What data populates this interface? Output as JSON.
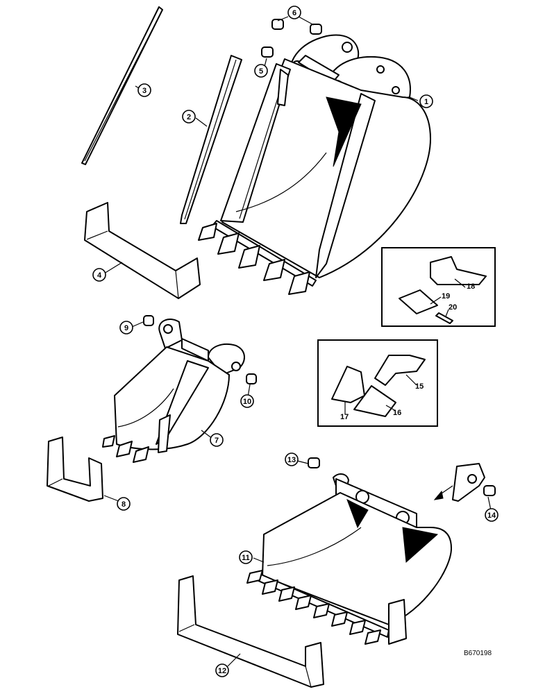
{
  "drawing_id": "B670198",
  "callouts": {
    "c1": "1",
    "c2": "2",
    "c3": "3",
    "c4": "4",
    "c5": "5",
    "c6": "6",
    "c7": "7",
    "c8": "8",
    "c9": "9",
    "c10": "10",
    "c11": "11",
    "c12": "12",
    "c13": "13",
    "c14": "14"
  },
  "inset_labels": {
    "l15": "15",
    "l16": "16",
    "l17": "17",
    "l18": "18",
    "l19": "19",
    "l20": "20"
  }
}
